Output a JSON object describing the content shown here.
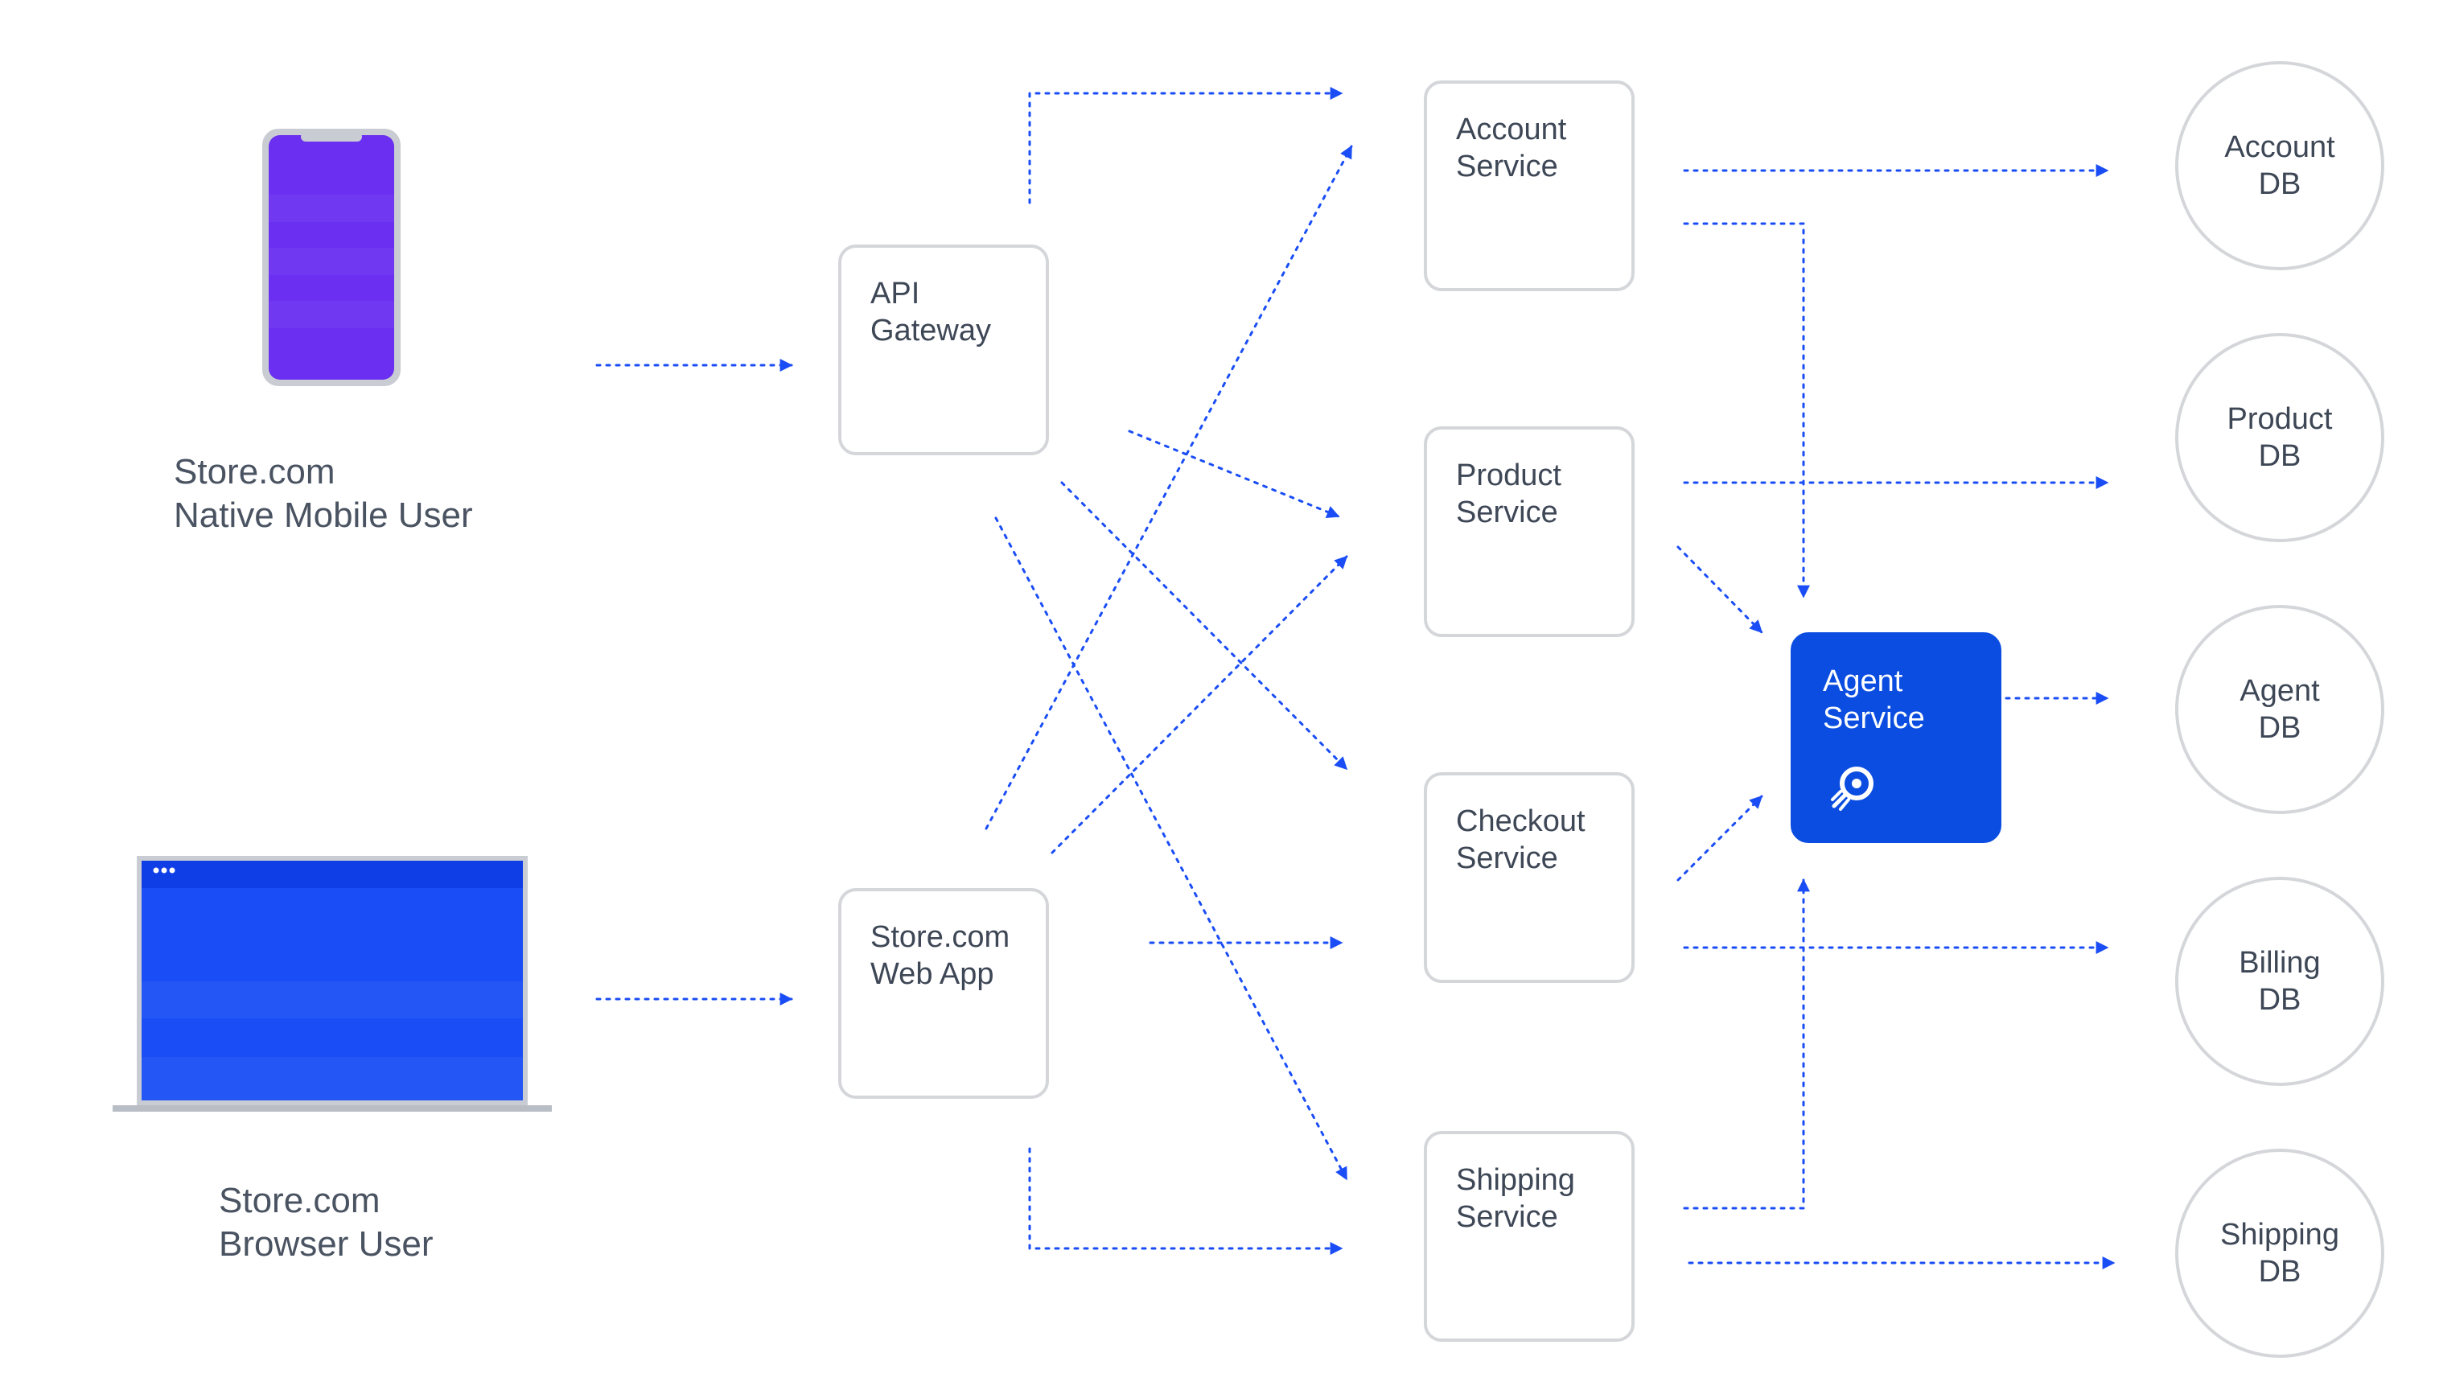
{
  "colors": {
    "accent": "#0b4de0",
    "phone": "#6a2ff0",
    "laptop": "#1a4df5",
    "connector": "#1a4df5",
    "node_border": "#d4d6da",
    "text": "#3e4756"
  },
  "users": {
    "mobile": {
      "line1": "Store.com",
      "line2": "Native Mobile User",
      "icon": "smartphone-icon"
    },
    "browser": {
      "line1": "Store.com",
      "line2": "Browser User",
      "icon": "laptop-icon"
    }
  },
  "gateways": {
    "api": {
      "line1": "API",
      "line2": "Gateway"
    },
    "webapp": {
      "line1": "Store.com",
      "line2": "Web App"
    }
  },
  "services": {
    "account": {
      "line1": "Account",
      "line2": "Service"
    },
    "product": {
      "line1": "Product",
      "line2": "Service"
    },
    "checkout": {
      "line1": "Checkout",
      "line2": "Service"
    },
    "shipping": {
      "line1": "Shipping",
      "line2": "Service"
    },
    "agent": {
      "line1": "Agent",
      "line2": "Service",
      "icon": "rocket-badge-icon"
    }
  },
  "databases": {
    "account": {
      "line1": "Account",
      "line2": "DB"
    },
    "product": {
      "line1": "Product",
      "line2": "DB"
    },
    "agent": {
      "line1": "Agent",
      "line2": "DB"
    },
    "billing": {
      "line1": "Billing",
      "line2": "DB"
    },
    "shipping": {
      "line1": "Shipping",
      "line2": "DB"
    }
  }
}
